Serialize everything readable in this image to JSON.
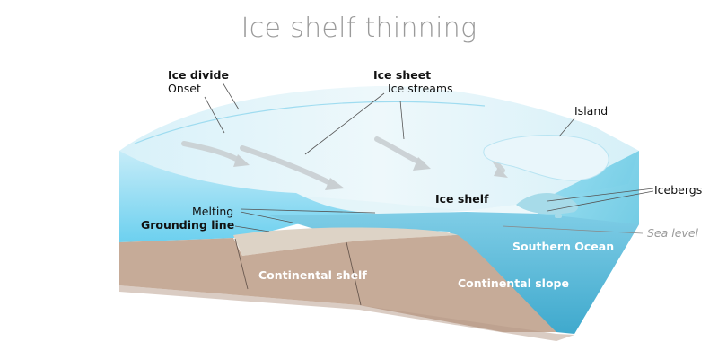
{
  "title": "Ice shelf thinning",
  "labels": {
    "ice_divide": "Ice divide",
    "onset": "Onset",
    "ice_sheet": "Ice sheet",
    "ice_streams": "Ice streams",
    "island": "Island",
    "icebergs": "Icebergs",
    "ice_shelf": "Ice shelf",
    "melting": "Melting",
    "grounding_line": "Grounding line",
    "sea_level": "Sea level",
    "southern_ocean": "Southern Ocean",
    "continental_shelf": "Continental shelf",
    "continental_slope": "Continental slope"
  },
  "colors": {
    "title": "#9a9a9a",
    "ice_top": "#e6f5fa",
    "ice_face": "#7fd4ee",
    "ocean": "#4fb8d8",
    "rock": "#c6ab98",
    "sediment": "#ddd3c6",
    "leader": "#555555"
  }
}
